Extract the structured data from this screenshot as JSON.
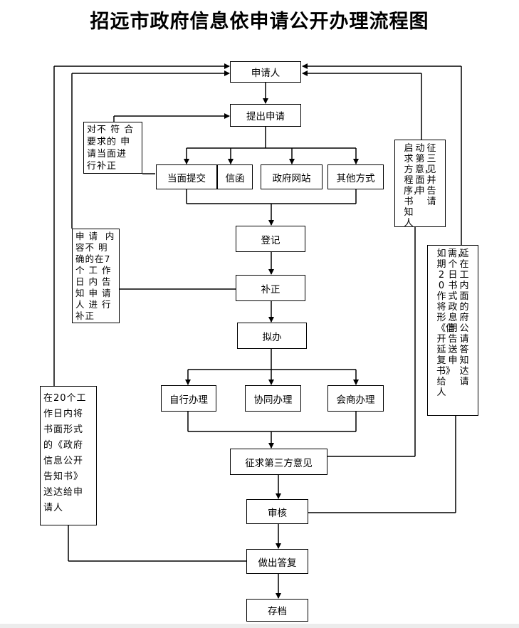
{
  "title": "招远市政府信息依申请公开办理流程图",
  "nodes": {
    "applicant": "申请人",
    "submit": "提出申请",
    "in_person": "当面提交",
    "letter": "信函",
    "website": "政府网站",
    "other": "其他方式",
    "register": "登记",
    "correct": "补正",
    "draft": "拟办",
    "self_handle": "自行办理",
    "cooperate": "协同办理",
    "joint": "会商办理",
    "third_party": "征求第三方意见",
    "review": "审核",
    "reply": "做出答复",
    "archive": "存档"
  },
  "notes": {
    "noncompliant": [
      "对不 符 合",
      "要求的 申",
      "请当面进",
      "行补正"
    ],
    "unclear": [
      "申 请  内",
      "容不 明",
      "确的在7",
      "个 工 作",
      "日 内 告",
      "知 申 请",
      "人 进 行",
      "补正"
    ],
    "twenty_days": [
      "在20个工",
      "作日内将",
      "书面形式",
      "的《政府",
      "信息公开",
      "告知书》",
      "送达给申",
      "请人"
    ],
    "third_party_cols": [
      "征三见并告请",
      "动第意，面申",
      "启求方程序，书知人"
    ],
    "extension_cols": [
      "延在工内面的府公请答知达请",
      "需，个日书式政息期告送申",
      "如期20作将形《信开延复书》给人"
    ]
  }
}
